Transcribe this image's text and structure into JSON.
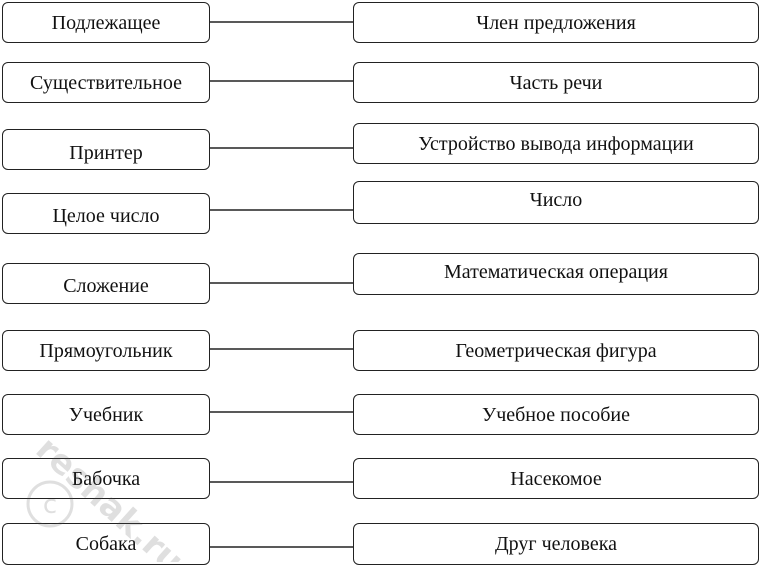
{
  "pairs": [
    {
      "left": "Подлежащее",
      "right": "Член предложения"
    },
    {
      "left": "Существительное",
      "right": "Часть речи"
    },
    {
      "left": "Принтер",
      "right": "Устройство вывода информации"
    },
    {
      "left": "Целое число",
      "right": "Число"
    },
    {
      "left": "Сложение",
      "right": "Математическая операция"
    },
    {
      "left": "Прямоугольник",
      "right": "Геометрическая фигура"
    },
    {
      "left": "Учебник",
      "right": "Учебное пособие"
    },
    {
      "left": "Бабочка",
      "right": "Насекомое"
    },
    {
      "left": "Собака",
      "right": "Друг человека"
    }
  ],
  "watermark": {
    "text": "reshak.ru"
  },
  "colors": {
    "border": "#222222",
    "text": "#111111",
    "background": "#ffffff"
  }
}
